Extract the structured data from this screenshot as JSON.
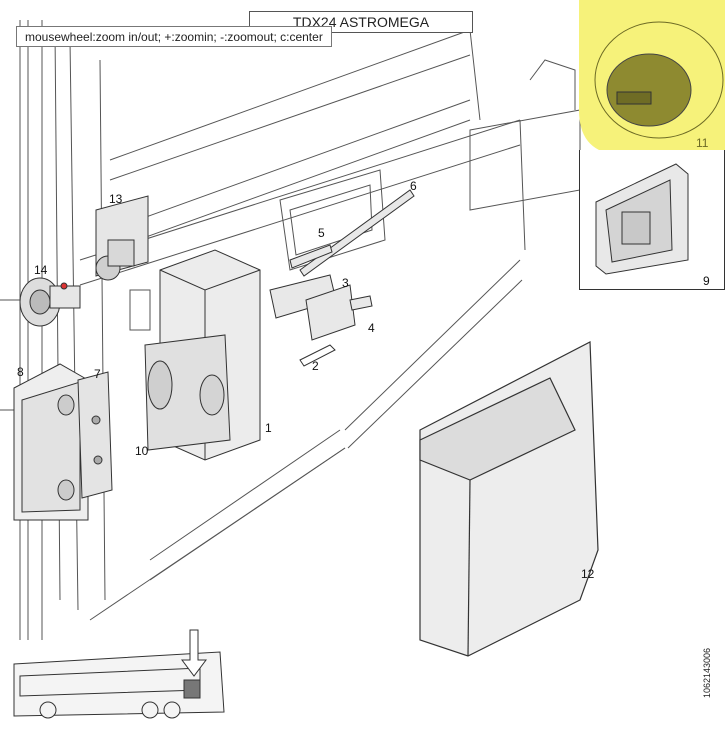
{
  "title": "TDX24 ASTROMEGA",
  "hint": "mousewheel:zoom in/out; +:zoomin; -:zoomout; c:center",
  "colors": {
    "highlight": "#f6f27a",
    "line": "#333333",
    "fill": "#eeeeee",
    "cap": "#8e8a30"
  },
  "icons": [
    "hinge-part-icon",
    "fuel-cap-icon",
    "door-handle-icon",
    "cover-panel-icon",
    "bus-locator-icon"
  ],
  "part_numbers": [
    "1",
    "2",
    "3",
    "4",
    "5",
    "6",
    "7",
    "8",
    "9",
    "10",
    "11",
    "12",
    "13",
    "14"
  ],
  "labels": {
    "p1": "1",
    "p2": "2",
    "p3": "3",
    "p4": "4",
    "p5": "5",
    "p6": "6",
    "p7": "7",
    "p8": "8",
    "p9": "9",
    "p10": "10",
    "p11": "11",
    "p12": "12",
    "p13": "13",
    "p14": "14"
  },
  "doc_id": "1062143006"
}
